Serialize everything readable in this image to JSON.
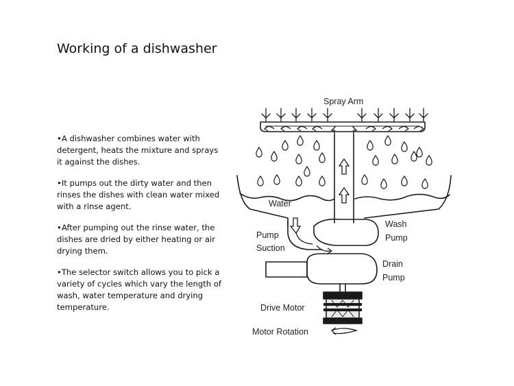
{
  "slide": {
    "title": "Working of a dishwasher",
    "bullets": [
      "•A dishwasher combines water with detergent, heats the mixture and sprays it against the dishes.",
      "•It pumps out the dirty water and then rinses the dishes with clean water mixed with a rinse agent.",
      "•After pumping out the rinse water, the dishes are dried by either heating or air drying them.",
      "•The selector switch allows you to pick a variety of cycles which vary the length of wash, water temperature and drying temperature."
    ]
  },
  "diagram": {
    "labels": {
      "spray_arm": "Spray Arm",
      "water": "Water",
      "wash_pump_1": "Wash",
      "wash_pump_2": "Pump",
      "pump_suction_1": "Pump",
      "pump_suction_2": "Suction",
      "drain_pump_1": "Drain",
      "drain_pump_2": "Pump",
      "drive_motor": "Drive Motor",
      "motor_rotation": "Motor Rotation"
    },
    "icons": [
      "spray-arrow-icon",
      "water-droplet-icon",
      "flow-arrow-icon",
      "rotation-arrow-icon"
    ],
    "line_color": "#1a1a1a"
  }
}
